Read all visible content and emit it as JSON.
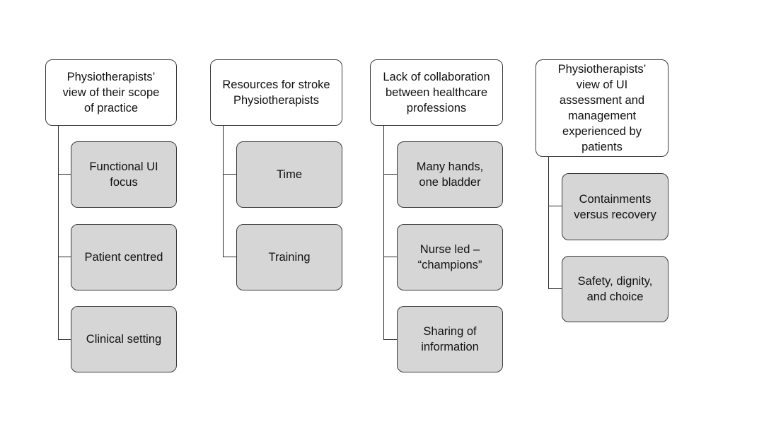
{
  "themes": [
    {
      "title": "Physiotherapists’\nview of their scope\nof practice",
      "subthemes": [
        "Functional UI\nfocus",
        "Patient centred",
        "Clinical setting"
      ]
    },
    {
      "title": "Resources for stroke\nPhysiotherapists",
      "subthemes": [
        "Time",
        "Training"
      ]
    },
    {
      "title": "Lack of collaboration\nbetween healthcare\nprofessions",
      "subthemes": [
        "Many hands,\none bladder",
        "Nurse led –\n“champions”",
        "Sharing of\ninformation"
      ]
    },
    {
      "title": "Physiotherapists’\nview of UI\nassessment  and\nmanagement\nexperienced by\npatients",
      "subthemes": [
        "Containments\nversus recovery",
        "Safety, dignity,\nand choice"
      ]
    }
  ],
  "colors": {
    "theme_fill": "#ffffff",
    "subtheme_fill": "#d6d6d6",
    "border": "#3a3a3a",
    "connector": "#2a2a2a"
  }
}
